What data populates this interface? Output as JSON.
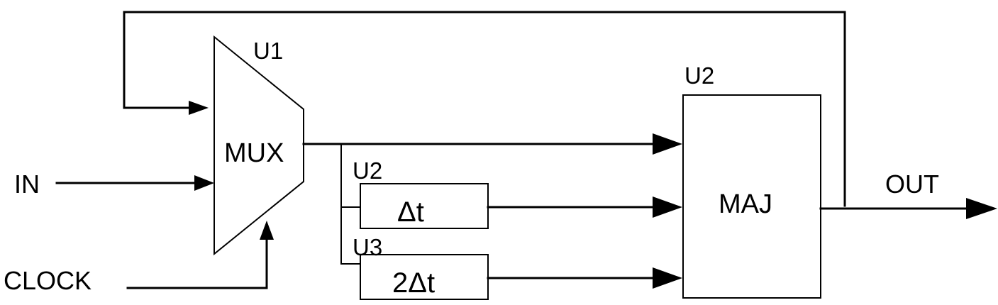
{
  "diagram": {
    "inputs": {
      "in": "IN",
      "clock": "CLOCK"
    },
    "output": "OUT",
    "blocks": {
      "mux": {
        "designator": "U1",
        "label": "MUX"
      },
      "delay1": {
        "designator": "U2",
        "label": "Δt"
      },
      "delay2": {
        "designator": "U3",
        "label": "2Δt"
      },
      "maj": {
        "designator": "U2",
        "label": "MAJ"
      }
    }
  }
}
